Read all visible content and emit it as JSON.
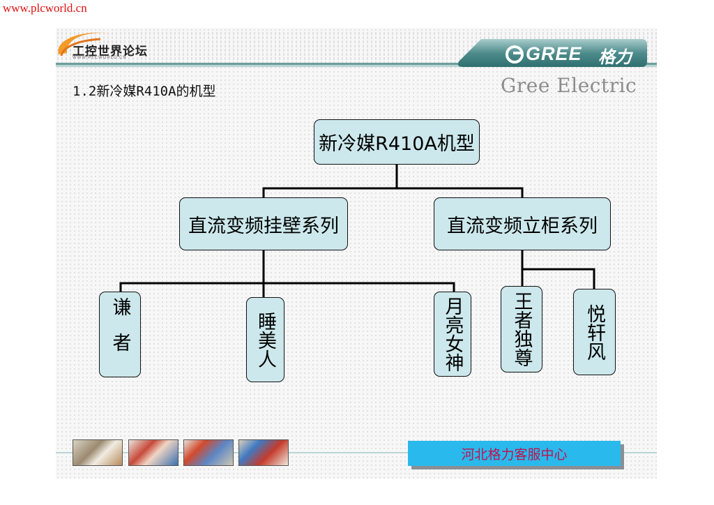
{
  "watermark": "www.plcworld.cn",
  "header": {
    "forum_logo_text": "工控世界论坛",
    "forum_logo_sub": "WWW.PLCWORLD.CN",
    "brand_en": "GREE",
    "brand_cn": "格力",
    "brand_tagline": "Gree Electric"
  },
  "slide_title": "1.2新冷媒R410A的机型",
  "diagram": {
    "root": "新冷媒R410A机型",
    "branches": [
      {
        "label": "直流变频挂壁系列",
        "children": [
          "谦者",
          "睡美人",
          "月亮女神"
        ]
      },
      {
        "label": "直流变频立柜系列",
        "children": [
          "王者独尊",
          "悦轩风"
        ]
      }
    ]
  },
  "footer": {
    "photos": [
      "customer-service-photo",
      "technician-team-photo",
      "installation-photo",
      "repair-photo"
    ],
    "service_center": "河北格力客服中心"
  },
  "colors": {
    "node_fill": "#cce8ec",
    "node_border": "#111111",
    "service_box": "#29b9ec",
    "service_text": "#c0124e",
    "watermark": "#e01010",
    "header_band": "#6f9c9c"
  }
}
